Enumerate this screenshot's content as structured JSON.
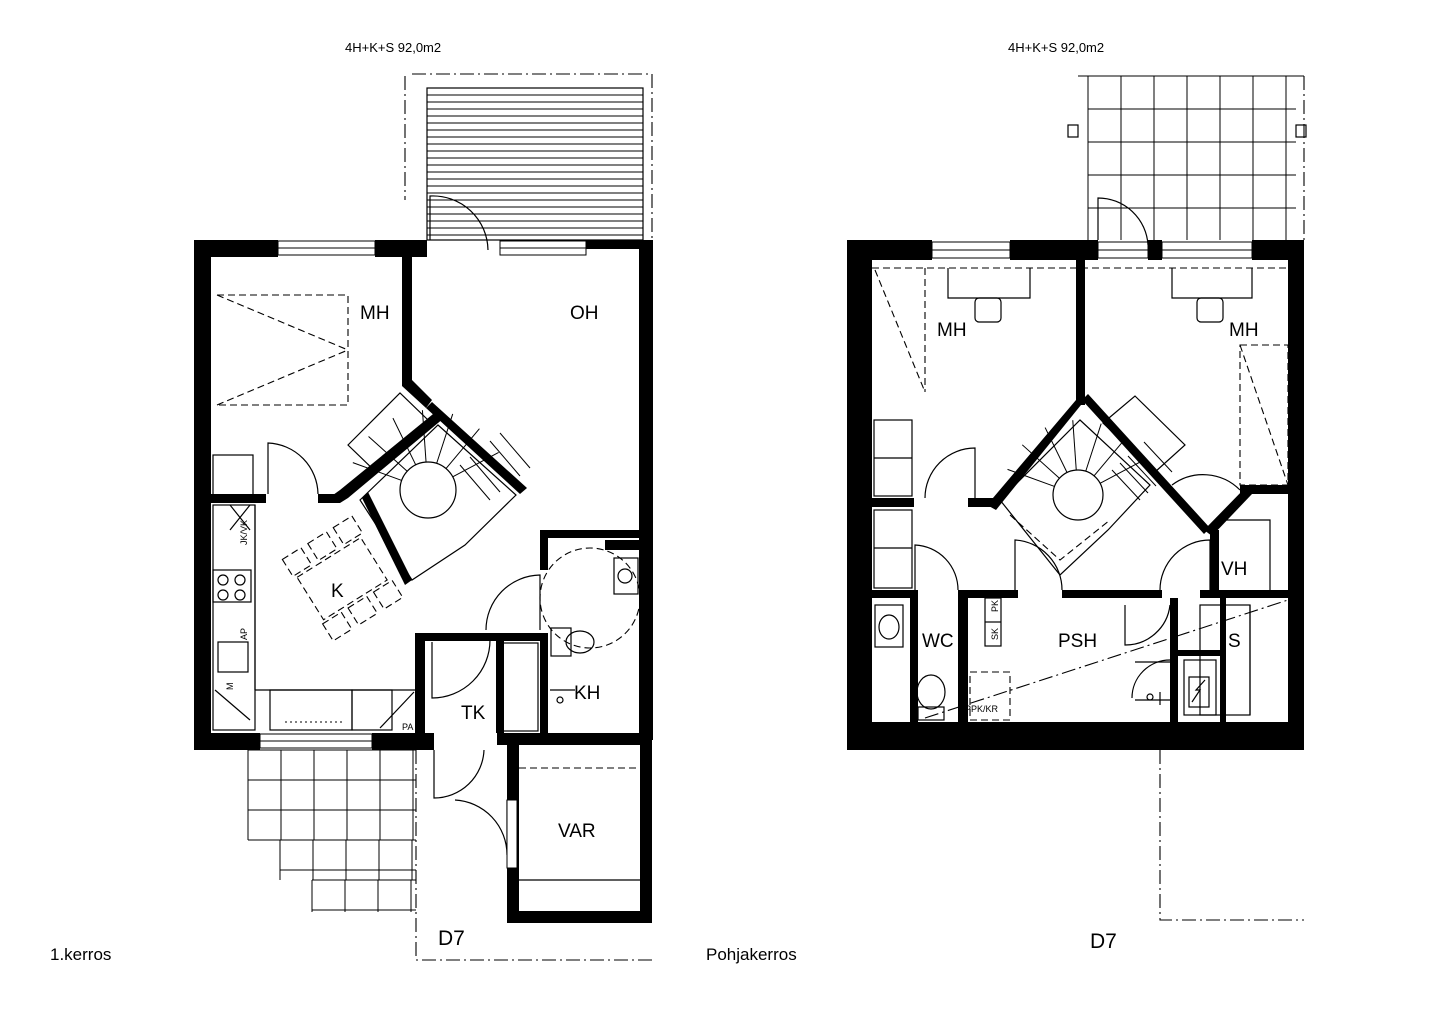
{
  "plans": {
    "first_floor": {
      "area_title": "4H+K+S 92,0m2",
      "floor_label": "1.kerros",
      "unit_code": "D7",
      "rooms": {
        "mh": "MH",
        "oh": "OH",
        "k": "K",
        "tk": "TK",
        "kh": "KH",
        "var": "VAR"
      },
      "fixtures": {
        "jk_vk": "JK/VK",
        "ap": "AP",
        "m": "M",
        "pa": "PA"
      }
    },
    "basement": {
      "area_title": "4H+K+S 92,0m2",
      "floor_label": "Pohjakerros",
      "unit_code": "D7",
      "rooms": {
        "mh_left": "MH",
        "mh_right": "MH",
        "wc": "WC",
        "psh": "PSH",
        "vh": "VH",
        "s": "S"
      },
      "fixtures": {
        "sk": "SK",
        "pk": "PK",
        "ppk_kr": "PPK/KR"
      }
    }
  }
}
